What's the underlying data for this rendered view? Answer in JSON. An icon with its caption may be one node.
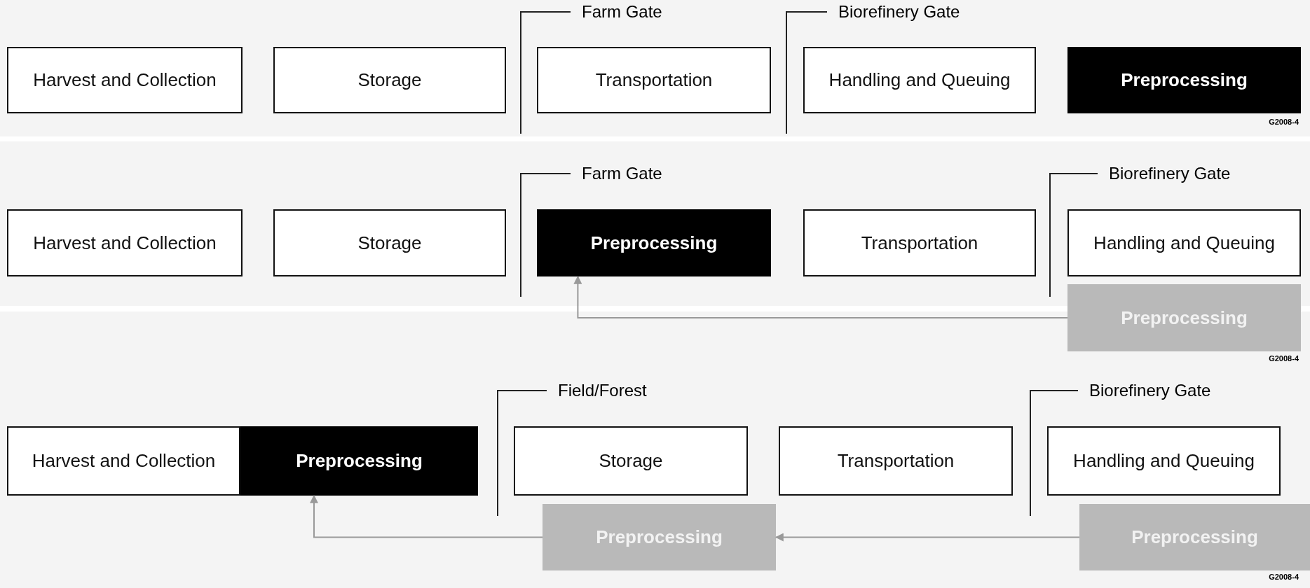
{
  "diagram": {
    "nodes": [
      {
        "text": [
          "Harvest and Collection"
        ]
      },
      {
        "text": [
          "Storage"
        ]
      },
      {
        "text": [
          "Transportation"
        ]
      },
      {
        "text": [
          "Handling and Queuing"
        ]
      },
      {
        "text": [
          "Preprocessing"
        ]
      },
      {
        "text": [
          "Harvest and Collection"
        ]
      },
      {
        "text": [
          "Storage"
        ]
      },
      {
        "text": [
          "Preprocessing"
        ]
      },
      {
        "text": [
          "Transportation"
        ]
      },
      {
        "text": [
          "Handling and Queuing"
        ]
      },
      {
        "text": [
          "Preprocessing"
        ]
      },
      {
        "text": [
          "Harvest and Collection"
        ]
      },
      {
        "text": [
          "Preprocessing"
        ]
      },
      {
        "text": [
          "Storage"
        ]
      },
      {
        "text": [
          "Transportation"
        ]
      },
      {
        "text": [
          "Handling and Queuing"
        ]
      },
      {
        "text": [
          "Preprocessing"
        ]
      },
      {
        "text": [
          "Preprocessing"
        ]
      }
    ],
    "edges": [
      {
        "from": 10,
        "to": 7,
        "arrow": "to"
      },
      {
        "from": 16,
        "to": 12,
        "arrow": "to"
      },
      {
        "from": 17,
        "to": 16,
        "arrow": "to"
      }
    ],
    "labels": [
      "Farm Gate",
      "Biorefinery Gate",
      "G2008-4",
      "Farm Gate",
      "Biorefinery Gate",
      "G2008-4",
      "Field/Forest",
      "Biorefinery Gate",
      "G2008-4"
    ]
  }
}
